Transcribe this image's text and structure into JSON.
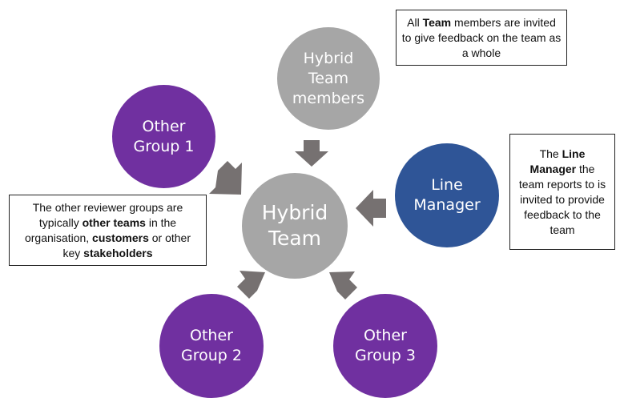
{
  "colors": {
    "purple": "#7030a0",
    "gray": "#a6a6a6",
    "blue": "#2f5597",
    "arrow": "#767171"
  },
  "nodes": {
    "center": {
      "line1": "Hybrid",
      "line2": "Team"
    },
    "team_members": {
      "line1": "Hybrid",
      "line2": "Team",
      "line3": "members"
    },
    "other_group_1": {
      "line1": "Other",
      "line2": "Group 1"
    },
    "line_manager": {
      "line1": "Line",
      "line2": "Manager"
    },
    "other_group_2": {
      "line1": "Other",
      "line2": "Group 2"
    },
    "other_group_3": {
      "line1": "Other",
      "line2": "Group 3"
    }
  },
  "notes": {
    "team": {
      "p1": "All ",
      "b1": "Team",
      "p2": " members are invited to give feedback on the team as a whole"
    },
    "line_manager": {
      "p1": "The ",
      "b1": "Line Manager",
      "p2": " the team reports to is invited to provide feedback to the team"
    },
    "other_groups": {
      "p1": "The other reviewer groups are typically ",
      "b1": "other teams",
      "p2": " in the organisation, ",
      "b2": "customers",
      "p3": " or other key ",
      "b3": "stakeholders"
    }
  }
}
